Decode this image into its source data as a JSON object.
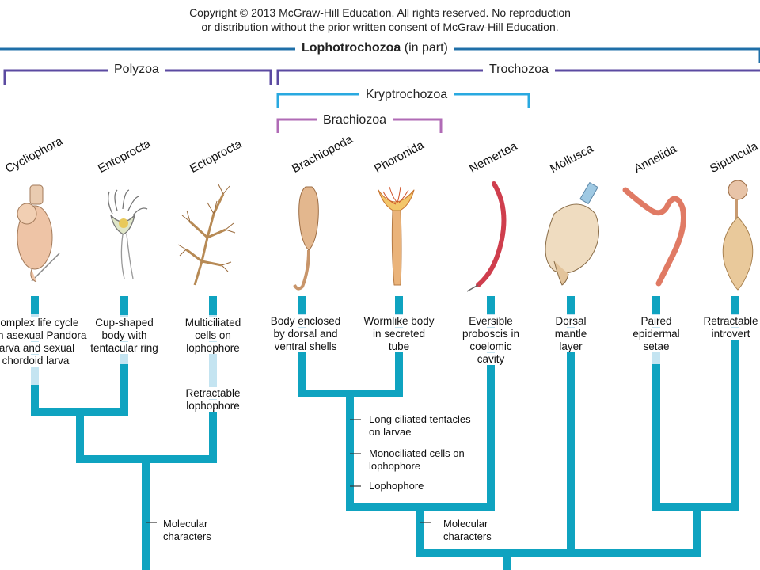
{
  "copyright": {
    "line1": "Copyright © 2013 McGraw-Hill Education.  All rights reserved. No reproduction",
    "line2": "or distribution without the prior written consent of McGraw-Hill Education."
  },
  "groups": {
    "lophotrochozoa": {
      "label": "Lophotrochozoa",
      "suffix": " (in part)",
      "color": "#1f6fa8"
    },
    "polyzoa": {
      "label": "Polyzoa",
      "color": "#5b4aa1"
    },
    "trochozoa": {
      "label": "Trochozoa",
      "color": "#5b4aa1"
    },
    "kryptrochozoa": {
      "label": "Kryptrochozoa",
      "color": "#29a9e0"
    },
    "brachiozoa": {
      "label": "Brachiozoa",
      "color": "#b06bb6"
    }
  },
  "taxa": [
    {
      "name": "Cycliophora",
      "character": "Complex life cycle with asexual Pandora larva and sexual chordoid larva"
    },
    {
      "name": "Entoprocta",
      "character": "Cup-shaped body with tentacular ring"
    },
    {
      "name": "Ectoprocta",
      "character": "Multiciliated cells on lophophore"
    },
    {
      "name": "Brachiopoda",
      "character": "Body enclosed by dorsal and ventral shells"
    },
    {
      "name": "Phoronida",
      "character": "Wormlike body in secreted tube"
    },
    {
      "name": "Nemertea",
      "character": "Eversible proboscis in coelomic cavity"
    },
    {
      "name": "Mollusca",
      "character": "Dorsal mantle layer"
    },
    {
      "name": "Annelida",
      "character": "Paired epidermal setae"
    },
    {
      "name": "Sipuncula",
      "character": "Retractable introvert"
    }
  ],
  "notes": {
    "retractable_lophophore": "Retractable lophophore",
    "long_ciliated": "Long ciliated tentacles on larvae",
    "monociliated": "Monociliated  cells on lophophore",
    "lophophore": "Lophophore",
    "molecular_left": "Molecular characters",
    "molecular_right": "Molecular characters"
  },
  "colors": {
    "tree": "#0fa3c0",
    "tree_light": "#c4e4f1"
  }
}
